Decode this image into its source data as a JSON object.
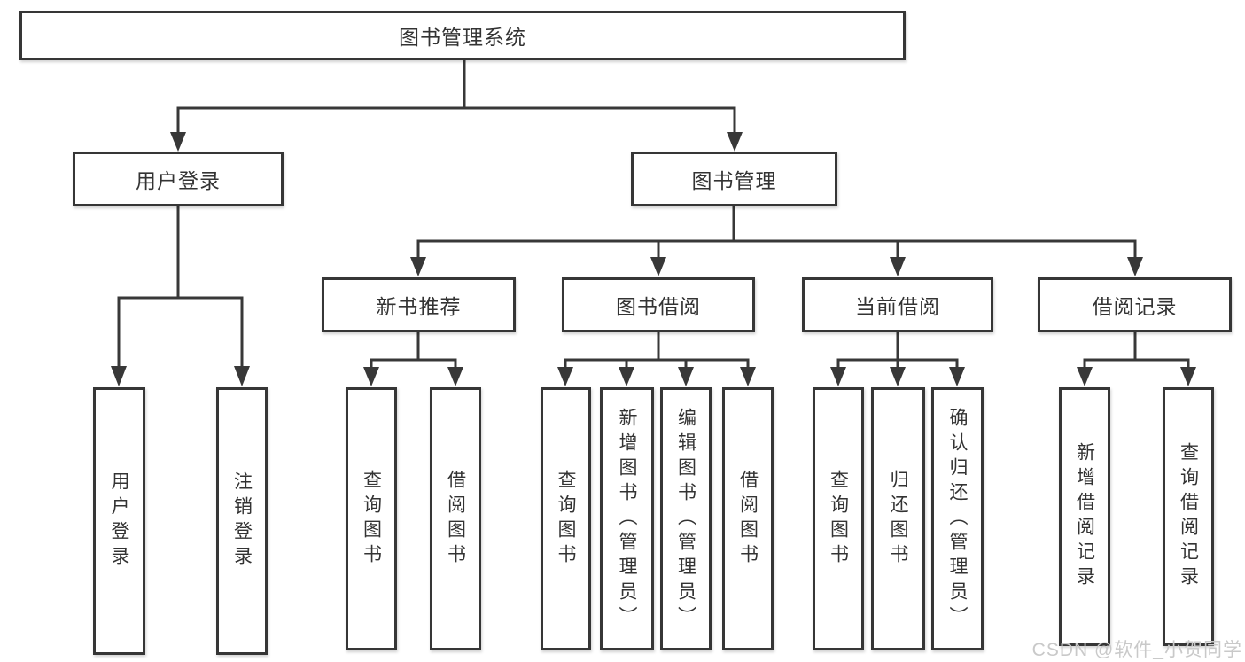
{
  "diagram": {
    "tree": {
      "label": "图书管理系统",
      "children": [
        {
          "label": "用户登录",
          "children": [
            {
              "label": "用户登录"
            },
            {
              "label": "注销登录"
            }
          ]
        },
        {
          "label": "图书管理",
          "children": [
            {
              "label": "新书推荐",
              "children": [
                {
                  "label": "查询图书"
                },
                {
                  "label": "借阅图书"
                }
              ]
            },
            {
              "label": "图书借阅",
              "children": [
                {
                  "label": "查询图书"
                },
                {
                  "label": "新增图书（管理员）"
                },
                {
                  "label": "编辑图书（管理员）"
                },
                {
                  "label": "借阅图书"
                }
              ]
            },
            {
              "label": "当前借阅",
              "children": [
                {
                  "label": "查询图书"
                },
                {
                  "label": "归还图书"
                },
                {
                  "label": "确认归还（管理员）"
                }
              ]
            },
            {
              "label": "借阅记录",
              "children": [
                {
                  "label": "新增借阅记录"
                },
                {
                  "label": "查询借阅记录"
                }
              ]
            }
          ]
        }
      ]
    },
    "colors": {
      "line": "#383838",
      "box_border": "#363636",
      "box_fill": "#ffffff",
      "text": "#333333"
    }
  },
  "watermark": {
    "text": "CSDN @软件_小贺同学",
    "color": "#c9c9c9"
  }
}
